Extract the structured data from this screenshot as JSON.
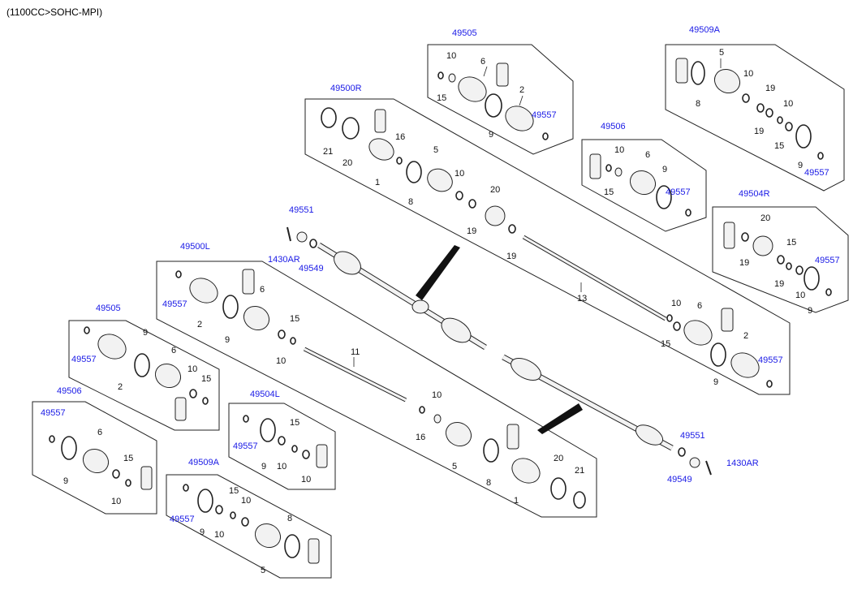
{
  "header": {
    "engine": "(1100CC>SOHC-MPI)"
  },
  "assemblies": {
    "a49505_top": "49505",
    "a49509A_top": "49509A",
    "a49500R": "49500R",
    "a49506_top": "49506",
    "a49504R": "49504R",
    "a49500L": "49500L",
    "a49505_left": "49505",
    "a49506_left": "49506",
    "a49504L": "49504L",
    "a49509A_bottom": "49509A"
  },
  "codes": {
    "c49551": "49551",
    "c1430AR": "1430AR",
    "c49549": "49549",
    "c49557": "49557"
  },
  "parts": {
    "p1": "1",
    "p2": "2",
    "p5": "5",
    "p6": "6",
    "p8": "8",
    "p9": "9",
    "p10": "10",
    "p11": "11",
    "p13": "13",
    "p15": "15",
    "p16": "16",
    "p19": "19",
    "p20": "20",
    "p21": "21"
  },
  "colors": {
    "link": "#1a1ae6",
    "text": "#111111",
    "line": "#222222"
  }
}
